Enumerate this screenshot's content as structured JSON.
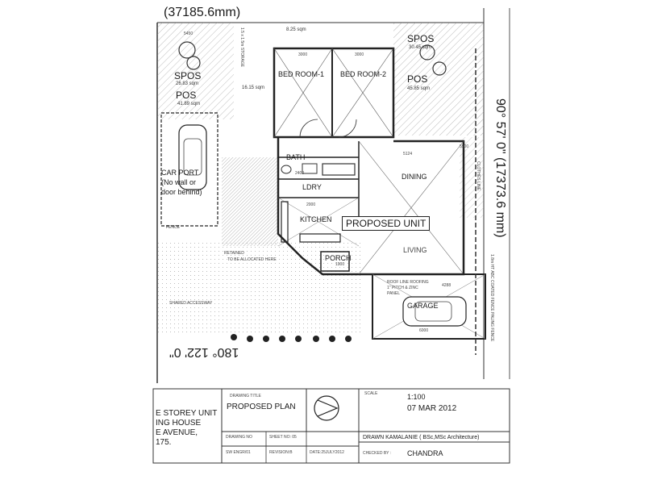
{
  "site": {
    "top_dimension": "(37185.6mm)",
    "right_bearing": "90° 57' 0\" (17373.6 mm)",
    "bottom_bearing": "180° 122' 0\"",
    "right_note": "1.8m HT ABC COATED FENCE PALING FENCE"
  },
  "rooms": {
    "bedroom1": "BED ROOM-1",
    "bedroom2": "BED ROOM-2",
    "bath": "BATH",
    "ldry": "LDRY",
    "kitchen": "KITCHEN",
    "dining": "DINING",
    "living": "LIVING",
    "porch": "PORCH",
    "garage": "GARAGE",
    "carport": "CAR PORT",
    "carport_note1": "(No wall or",
    "carport_note2": "door behind)",
    "proposed_unit": "PROPOSED UNIT"
  },
  "areas": {
    "spos_left": "SPOS",
    "spos_left_area": "26.83 sqm",
    "pos_left": "POS",
    "pos_left_area": "41.89 sqm",
    "spos_right": "SPOS",
    "spos_right_area": "30.45 sqm",
    "pos_right": "POS",
    "pos_right_area": "45.85 sqm",
    "top_area": "8.25 sqm",
    "mid_area": "16.15 sqm"
  },
  "dims": {
    "d3000a": "3000",
    "d3000b": "3000",
    "d5124": "5124",
    "d6000": "6000",
    "d1900": "1900",
    "d4288": "4288",
    "d5450": "5450",
    "d2400": "2400",
    "d2000": "2000",
    "d5900": "5900"
  },
  "notes": {
    "storage": "1.5 x 1.5m STORAGE",
    "retained": "RETAINED",
    "allocated": "TO BE ALLOCATED HERE",
    "fence": "FENCE",
    "garage_note1": "ROOF LINE ROOFING",
    "garage_note2": "1\" PITCH & ZINC",
    "garage_note3": "PANEL",
    "clothes": "CLOTHES LINE",
    "shared": "SHARED ACCESSWAY"
  },
  "title_block": {
    "project_line1": "E STOREY UNIT",
    "project_line2": "ING HOUSE",
    "project_line3": "E AVENUE,",
    "project_line4": "175.",
    "drawing_title_label": "DRAWING TITLE",
    "drawing_title": "PROPOSED PLAN",
    "scale_label": "SCALE",
    "scale": "1:100",
    "date": "07 MAR 2012",
    "drawn": "DRAWN  KAMALANIE  ( BSc,MSc Architecture)",
    "drawing_no_label": "DRAWING NO",
    "sheet_no": "SHEET NO: 05",
    "ref": "SW ENGR/01",
    "revision": "REVISION:B",
    "revision_date": "DATE:25JULY2012",
    "checked_label": "CHECKED BY :",
    "checked": "CHANDRA"
  }
}
